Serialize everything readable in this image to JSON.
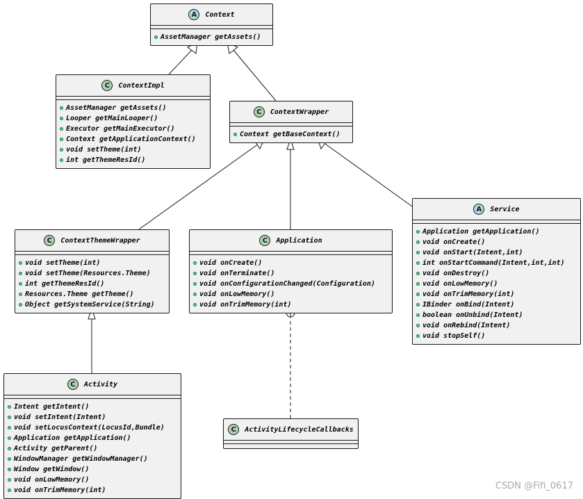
{
  "watermark": "CSDN @Fifi_0617",
  "classes": {
    "context": {
      "kind": "A",
      "name": "Context",
      "members": [
        "AssetManager getAssets()"
      ]
    },
    "context_impl": {
      "kind": "C",
      "name": "ContextImpl",
      "members": [
        "AssetManager getAssets()",
        "Looper getMainLooper()",
        "Executor getMainExecutor()",
        "Context getApplicationContext()",
        "void setTheme(int)",
        "int getThemeResId()"
      ]
    },
    "context_wrapper": {
      "kind": "C",
      "name": "ContextWrapper",
      "members": [
        "Context getBaseContext()"
      ]
    },
    "context_theme_wrapper": {
      "kind": "C",
      "name": "ContextThemeWrapper",
      "members": [
        "void setTheme(int)",
        "void setTheme(Resources.Theme)",
        "int getThemeResId()",
        "Resources.Theme getTheme()",
        "Object getSystemService(String)"
      ]
    },
    "application": {
      "kind": "C",
      "name": "Application",
      "members": [
        "void onCreate()",
        "void onTerminate()",
        "void onConfigurationChanged(Configuration)",
        "void onLowMemory()",
        "void onTrimMemory(int)"
      ]
    },
    "service": {
      "kind": "A",
      "name": "Service",
      "members": [
        "Application getApplication()",
        "void onCreate()",
        "void onStart(Intent,int)",
        "int onStartCommand(Intent,int,int)",
        "void onDestroy()",
        "void onLowMemory()",
        "void onTrimMemory(int)",
        "IBinder onBind(Intent)",
        "boolean onUnbind(Intent)",
        "void onRebind(Intent)",
        "void stopSelf()"
      ]
    },
    "activity": {
      "kind": "C",
      "name": "Activity",
      "members": [
        "Intent getIntent()",
        "void setIntent(Intent)",
        "void setLocusContext(LocusId,Bundle)",
        "Application getApplication()",
        "Activity getParent()",
        "WindowManager getWindowManager()",
        "Window getWindow()",
        "void onLowMemory()",
        "void onTrimMemory(int)"
      ]
    },
    "activity_lifecycle_callbacks": {
      "kind": "C",
      "name": "ActivityLifecycleCallbacks",
      "members": []
    }
  },
  "relations": [
    {
      "from": "context_impl",
      "to": "context",
      "type": "inheritance"
    },
    {
      "from": "context_wrapper",
      "to": "context",
      "type": "inheritance"
    },
    {
      "from": "context_theme_wrapper",
      "to": "context_wrapper",
      "type": "inheritance"
    },
    {
      "from": "application",
      "to": "context_wrapper",
      "type": "inheritance"
    },
    {
      "from": "service",
      "to": "context_wrapper",
      "type": "inheritance"
    },
    {
      "from": "activity",
      "to": "context_theme_wrapper",
      "type": "inheritance"
    },
    {
      "from": "activity_lifecycle_callbacks",
      "to": "application",
      "type": "nested"
    }
  ],
  "colors": {
    "class_fill": "#f1f1f1",
    "border": "#181818",
    "class_badge": "#add1b2",
    "abstract_badge": "#a9dcdf",
    "method_dot": "#84be84"
  }
}
